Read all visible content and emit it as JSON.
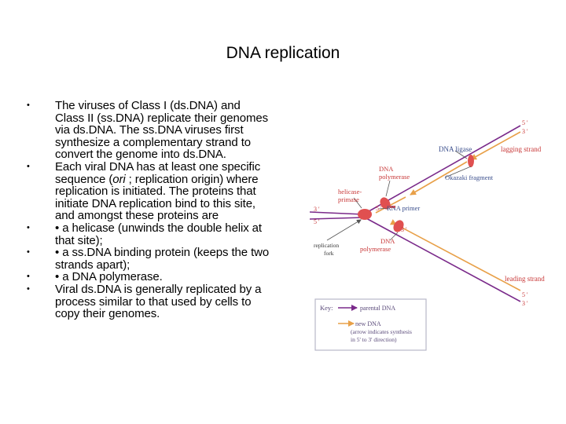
{
  "title": "DNA replication",
  "bullets": [
    {
      "bullet": "•",
      "text": "The viruses of Class I (ds.DNA) and Class II (ss.DNA) replicate their genomes via ds.DNA. The ss.DNA viruses first synthesize a complementary strand to convert the genome into ds.DNA."
    },
    {
      "bullet": "•",
      "text_before": "Each viral DNA has at least one specific sequence (",
      "text_em": "ori",
      "text_after": " ; replication origin) where replication is initiated. The proteins that initiate DNA replication bind to this site, and amongst these proteins are"
    },
    {
      "bullet": "•",
      "text": "• a helicase (unwinds the double helix at that site);"
    },
    {
      "bullet": "•",
      "text": "• a ss.DNA binding protein (keeps the two strands apart);"
    },
    {
      "bullet": "•",
      "text": "• a DNA polymerase."
    },
    {
      "bullet": "•",
      "text": "Viral ds.DNA is generally replicated by a process similar to that used by cells to copy their genomes."
    }
  ],
  "diagram": {
    "labels": {
      "five_prime_top": "5 '",
      "three_prime_top": "3 '",
      "dna_ligase": "DNA ligase",
      "lagging_strand": "lagging strand",
      "okazaki_fragment": "Okazaki fragment",
      "dna_polymerase_top_1": "DNA",
      "dna_polymerase_top_2": "polymerase",
      "helicase_1": "helicase-",
      "helicase_2": "primase",
      "three_prime_left": "3 '",
      "five_prime_left": "5 '",
      "five_prime_mid": "5 '",
      "rna_primer": "RNA primer",
      "three_prime_mid": "3 '",
      "dna_polymerase_bottom_1": "DNA",
      "dna_polymerase_bottom_2": "polymerase",
      "replication_fork_1": "replication",
      "replication_fork_2": "fork",
      "leading_strand": "leading strand",
      "five_prime_bottom": "5 '",
      "three_prime_bottom": "3 '"
    },
    "key": {
      "title": "Key:",
      "parental_dna": "parental DNA",
      "new_dna": "new DNA",
      "new_dna_note_1": "(arrow indicates synthesis",
      "new_dna_note_2": "in 5' to 3' direction)"
    },
    "colors": {
      "parental": "#7a2a8a",
      "new_dna": "#e8a048",
      "enzyme": "#e05050",
      "label_red": "#c83838",
      "label_blue": "#3a4e8c",
      "key_border": "#b8b8c8",
      "key_text": "#5a4a7a"
    }
  }
}
